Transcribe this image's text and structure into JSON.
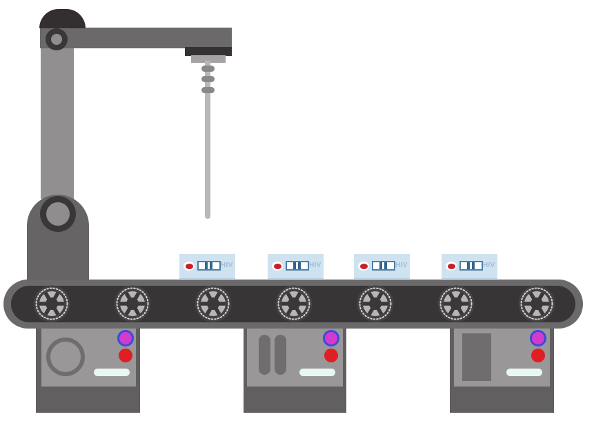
{
  "scene": {
    "alt_text": "Flat illustration of an automated production line: a robotic arm dispenser above a conveyor belt with gear wheels carrying HIV rapid test cassettes; three machine legs with control panels below.",
    "kit_label": "HIV",
    "kit_count": 4,
    "gear_count": 7,
    "leg_count": 3
  },
  "colors": {
    "bg": "#ffffff",
    "arm-dark": "#332f30",
    "arm-mid": "#6b696a",
    "arm-light": "#918f90",
    "joint-ring": "#3a3738",
    "joint-core": "#8f8d8e",
    "base": "#676465",
    "dispenser-dark": "#363233",
    "dispenser-light": "#a5a3a4",
    "rod": "#b9b7b8",
    "rib": "#8a8889",
    "belt-outer": "#6b6969",
    "belt-inner": "#383536",
    "gear-disc": "#454243",
    "gear-dots": "#d6d5d5",
    "gear-wedge": "#b7b5b6",
    "gear-spoke": "#3b3839",
    "leg": "#615f60",
    "panel": "#999798",
    "panel-detail": "#6f6d6e",
    "button-magenta": "#d23bce",
    "button-ring": "#3a4bd8",
    "button-red": "#e11d26",
    "pill": "#e6f7f4",
    "kit-body": "#cfe2ef",
    "kit-edge": "#b8cfdf",
    "kit-window-border": "#4d7ea7",
    "kit-line": "#33658f",
    "kit-drop": "#c92026",
    "kit-label": "#a0bed8"
  }
}
